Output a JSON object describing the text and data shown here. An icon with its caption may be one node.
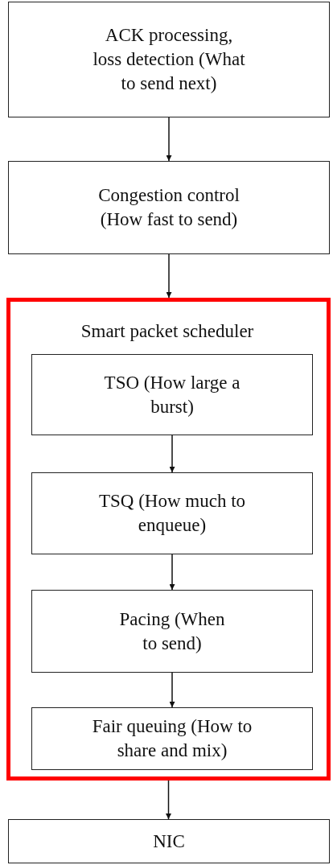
{
  "diagram": {
    "nodes": [
      {
        "text": [
          "ACK processing, loss detection (What to send next)"
        ]
      },
      {
        "text": [
          "Congestion control (How fast to send)"
        ]
      },
      {
        "text": [
          "Smart packet scheduler"
        ]
      },
      {
        "text": [
          "TSO (How large a burst)"
        ],
        "in": 2
      },
      {
        "text": [
          "TSQ (How much to enqueue)"
        ],
        "in": 2
      },
      {
        "text": [
          "Pacing (When to send)"
        ],
        "in": 2
      },
      {
        "text": [
          "Fair queuing (How to share and mix)"
        ],
        "in": 2
      },
      {
        "text": [
          "NIC"
        ]
      }
    ],
    "edges": [
      {
        "from": 0,
        "to": 1,
        "arrow": "to"
      },
      {
        "from": 1,
        "to": 2,
        "arrow": "to"
      },
      {
        "from": 3,
        "to": 4,
        "arrow": "to"
      },
      {
        "from": 4,
        "to": 5,
        "arrow": "to"
      },
      {
        "from": 5,
        "to": 6,
        "arrow": "to"
      },
      {
        "from": 2,
        "to": 7,
        "arrow": "to"
      }
    ]
  }
}
